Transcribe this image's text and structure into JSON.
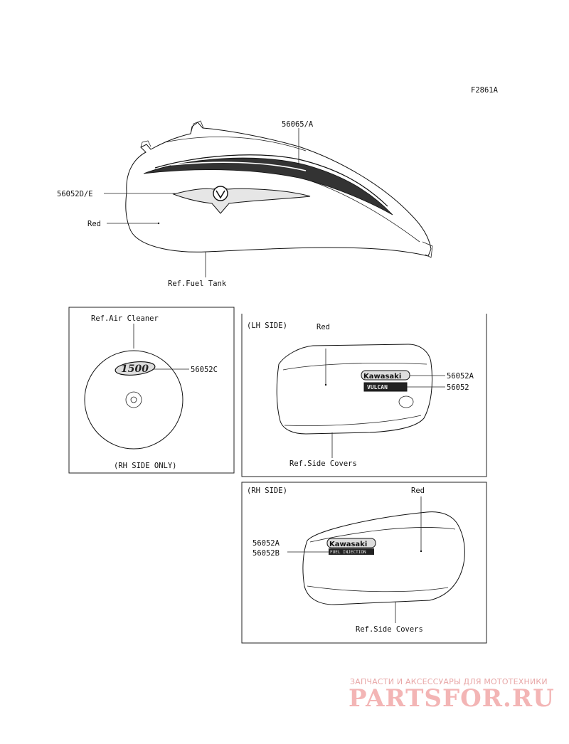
{
  "figure_code": "F2861A",
  "fuel_tank": {
    "part_stripe": "56065/A",
    "part_emblem": "56052D/E",
    "color_label": "Red",
    "ref_label": "Ref.Fuel Tank"
  },
  "air_cleaner": {
    "ref_label": "Ref.Air Cleaner",
    "part_label": "56052C",
    "side_note": "(RH SIDE ONLY)",
    "emblem_text": "1500"
  },
  "lh_side": {
    "title": "(LH SIDE)",
    "color_label": "Red",
    "part_a": "56052A",
    "part_b": "56052",
    "ref_label": "Ref.Side Covers",
    "emblem_text": "Kawasaki",
    "badge_text": "VULCAN"
  },
  "rh_side": {
    "title": "(RH SIDE)",
    "color_label": "Red",
    "part_a": "56052A",
    "part_b": "56052B",
    "ref_label": "Ref.Side Covers",
    "emblem_text": "Kawasaki",
    "badge_text": "FUEL INJECTION"
  },
  "watermark": {
    "tagline": "ЗАПЧАСТИ И АКСЕССУАРЫ ДЛЯ МОТОТЕХНИКИ",
    "logo": "PARTSFOR.RU"
  }
}
